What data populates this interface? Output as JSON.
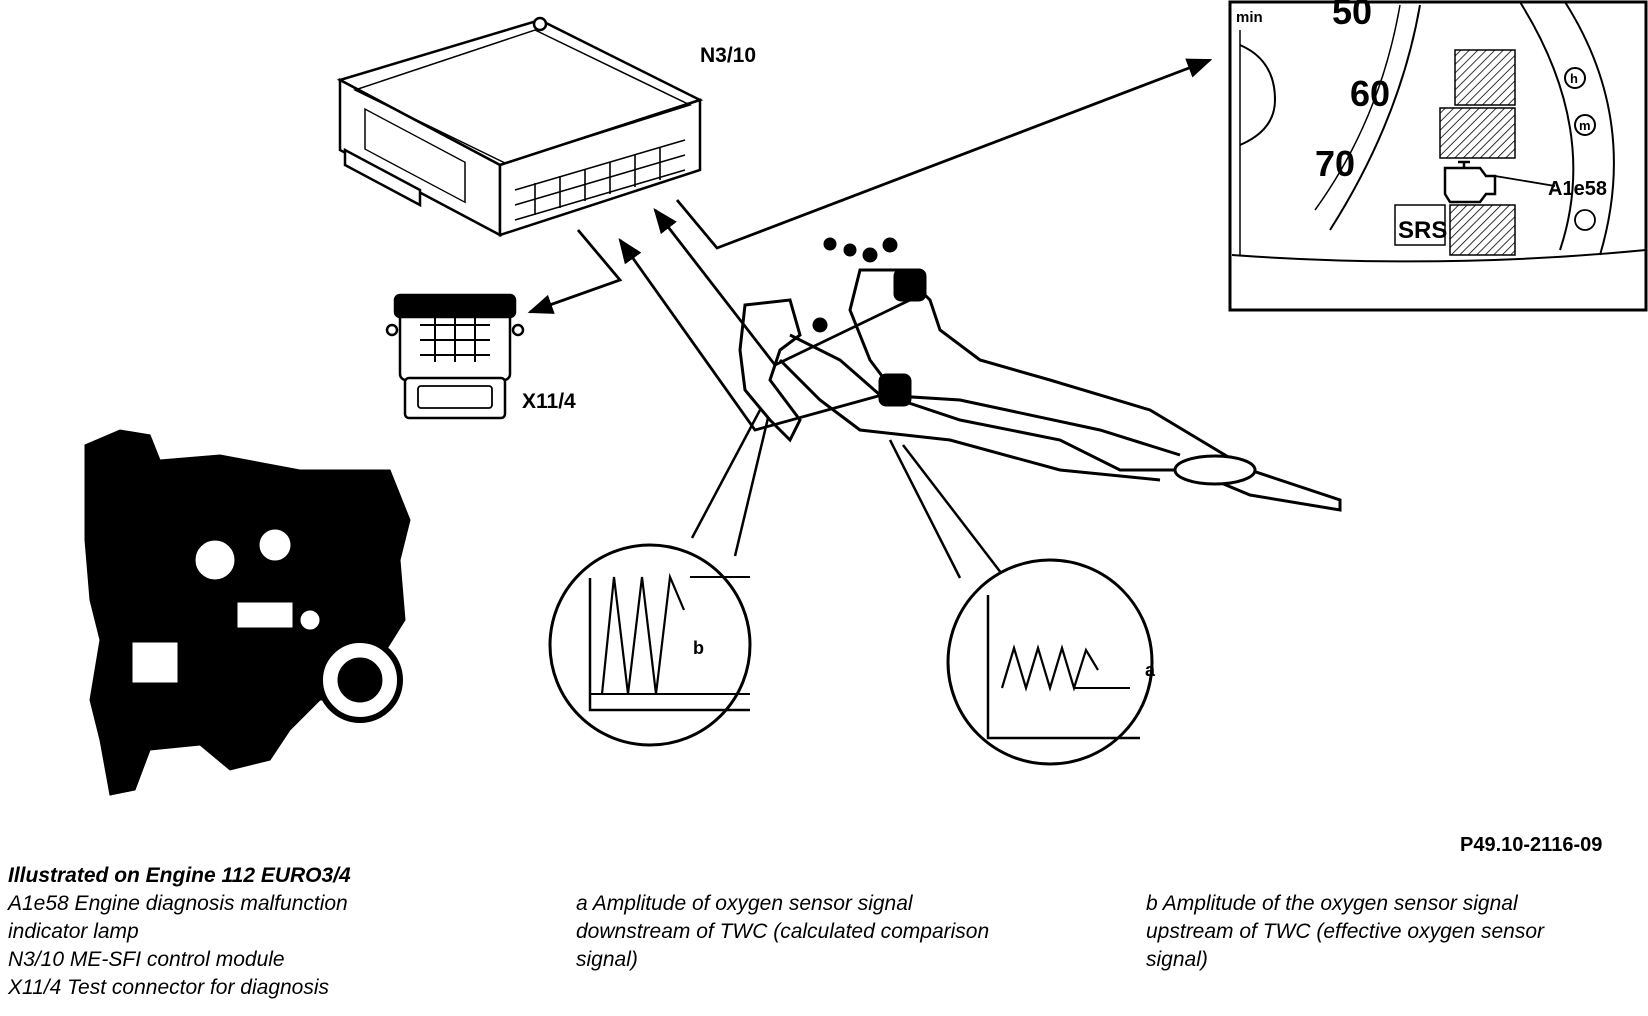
{
  "labels": {
    "control_module": "N3/10",
    "test_connector": "X11/4",
    "indicator_lamp": "A1e58",
    "signal_a": "a",
    "signal_b": "b",
    "figure_ref": "P49.10-2116-09"
  },
  "cluster": {
    "tick_50": "50",
    "tick_60": "60",
    "tick_70": "70",
    "unit": "min",
    "srs": "SRS",
    "h": "h",
    "m": "m"
  },
  "legend": {
    "col1": {
      "heading": "Illustrated on Engine 112 EURO3/4",
      "lines": [
        "A1e58 Engine diagnosis malfunction",
        "indicator lamp",
        "N3/10 ME-SFI control module",
        "X11/4 Test connector for diagnosis"
      ]
    },
    "col2": {
      "lines": [
        "a Amplitude of oxygen sensor signal",
        "downstream of TWC (calculated comparison",
        "signal)"
      ]
    },
    "col3": {
      "lines": [
        "b Amplitude of the oxygen sensor signal",
        "upstream of TWC (effective oxygen sensor",
        "signal)"
      ]
    }
  }
}
